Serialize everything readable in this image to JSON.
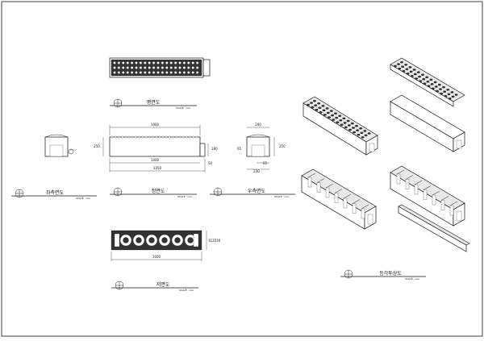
{
  "views": {
    "plan": {
      "title": "평면도",
      "scale": "SCALE : non"
    },
    "left_side": {
      "title": "좌측면도",
      "scale": "SCALE : non"
    },
    "front": {
      "title": "정면도",
      "scale": "SCALE : non"
    },
    "right_side": {
      "title": "우측면도",
      "scale": "SCALE : non"
    },
    "bottom": {
      "title": "저면도",
      "scale": "SCALE : non"
    },
    "isometric": {
      "title": "등각투상도",
      "scale": "SCALE : non"
    }
  },
  "dimensions": {
    "front_top_length": "1000",
    "front_bottom_length": "1000",
    "front_total_length": "1050",
    "front_height_left": "250",
    "front_height_right": "180",
    "front_end_offset": "50",
    "side_top_width": "200",
    "side_bottom_width": "230",
    "side_left_offset": "65",
    "side_right_offset": "65",
    "side_height": "250",
    "bottom_length": "1000",
    "bottom_height": "112230"
  },
  "colors": {
    "line": "#111111",
    "paper": "#ffffff",
    "shade": "#e8e8e8"
  }
}
